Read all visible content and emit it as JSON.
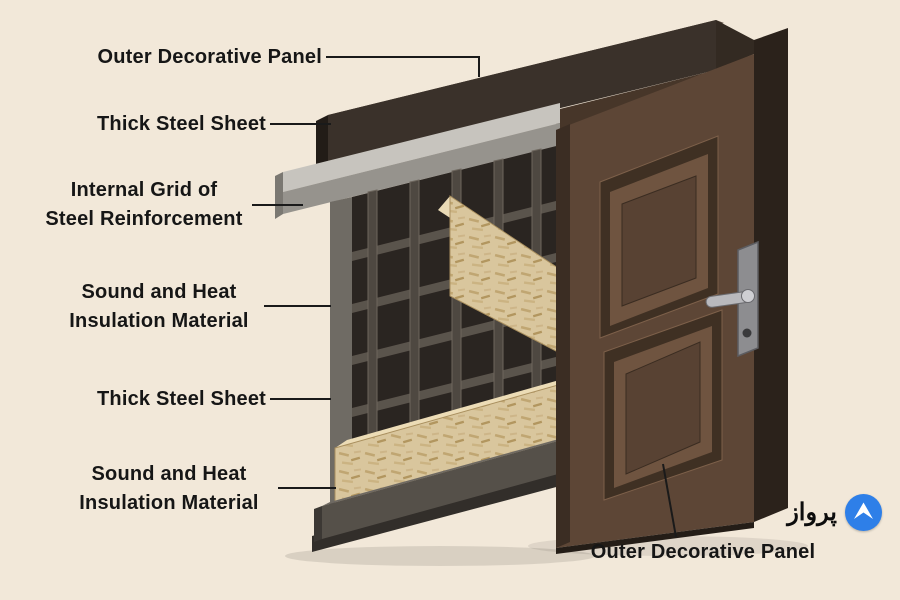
{
  "page": {
    "background_color": "#f2e8d9",
    "subject": "Cutaway diagram of a reinforced security door"
  },
  "labels": {
    "outer_panel_top": "Outer Decorative Panel",
    "thick_steel_top": "Thick Steel Sheet",
    "internal_grid": "Internal Grid of\nSteel Reinforcement",
    "insulation_upper": "Sound and Heat\nInsulation Material",
    "thick_steel_lower": "Thick Steel Sheet",
    "insulation_lower": "Sound and Heat\nInsulation Material",
    "outer_panel_bottom": "Outer Decorative Panel"
  },
  "illustration": {
    "parts": [
      "outer-decorative-panel-top",
      "thick-steel-sheet-ledge",
      "internal-steel-grid",
      "insulation-wedge",
      "insulation-band",
      "thick-steel-beam",
      "door-leaf",
      "door-raised-panel-upper",
      "door-raised-panel-lower",
      "door-handle",
      "keyhole"
    ],
    "colors": {
      "door_wood": "#5d4636",
      "door_dark_trim": "#2b221b",
      "decorative_panel_dark": "#3a312a",
      "steel_light": "#c7c4be",
      "steel_mid": "#96938d",
      "steel_dark": "#4e4841",
      "insulation_osb": "#d9c69d",
      "label_text": "#161616",
      "leader_line": "#1a1a1a"
    }
  },
  "logo": {
    "brand_text": "پرواز",
    "icon": "bird-swoosh-icon",
    "circle_color": "#2e7fe8",
    "icon_color": "#ffffff"
  }
}
